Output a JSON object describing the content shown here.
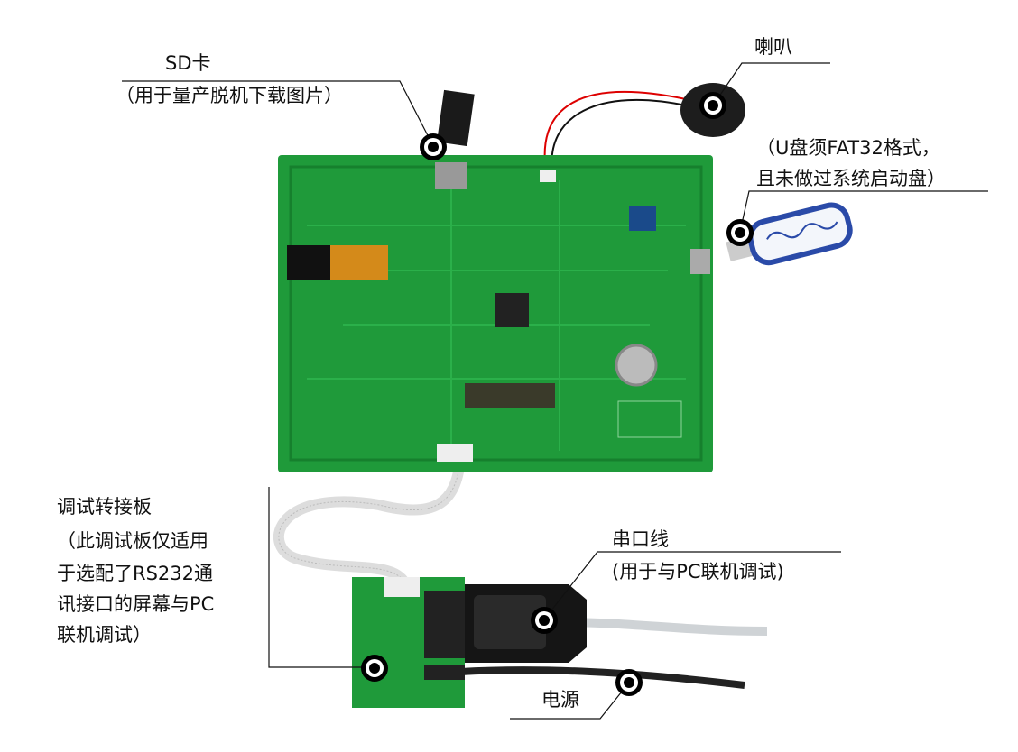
{
  "labels": {
    "sd": {
      "title": "SD卡",
      "note": "（用于量产脱机下载图片）"
    },
    "speaker": {
      "title": "喇叭"
    },
    "usb": {
      "line1": "（U盘须FAT32格式，",
      "line2": "且未做过系统启动盘）"
    },
    "debug_board": {
      "title": "调试转接板",
      "lines": [
        "（此调试板仅适用",
        "于选配了RS232通",
        "讯接口的屏幕与PC",
        "联机调试）"
      ]
    },
    "serial": {
      "title": "串口线",
      "note": "(用于与PC联机调试)"
    },
    "power": {
      "title": "电源"
    }
  },
  "colors": {
    "pcb": "#1f9a3a",
    "pcb_dark": "#16802d",
    "marker": "#000000"
  }
}
